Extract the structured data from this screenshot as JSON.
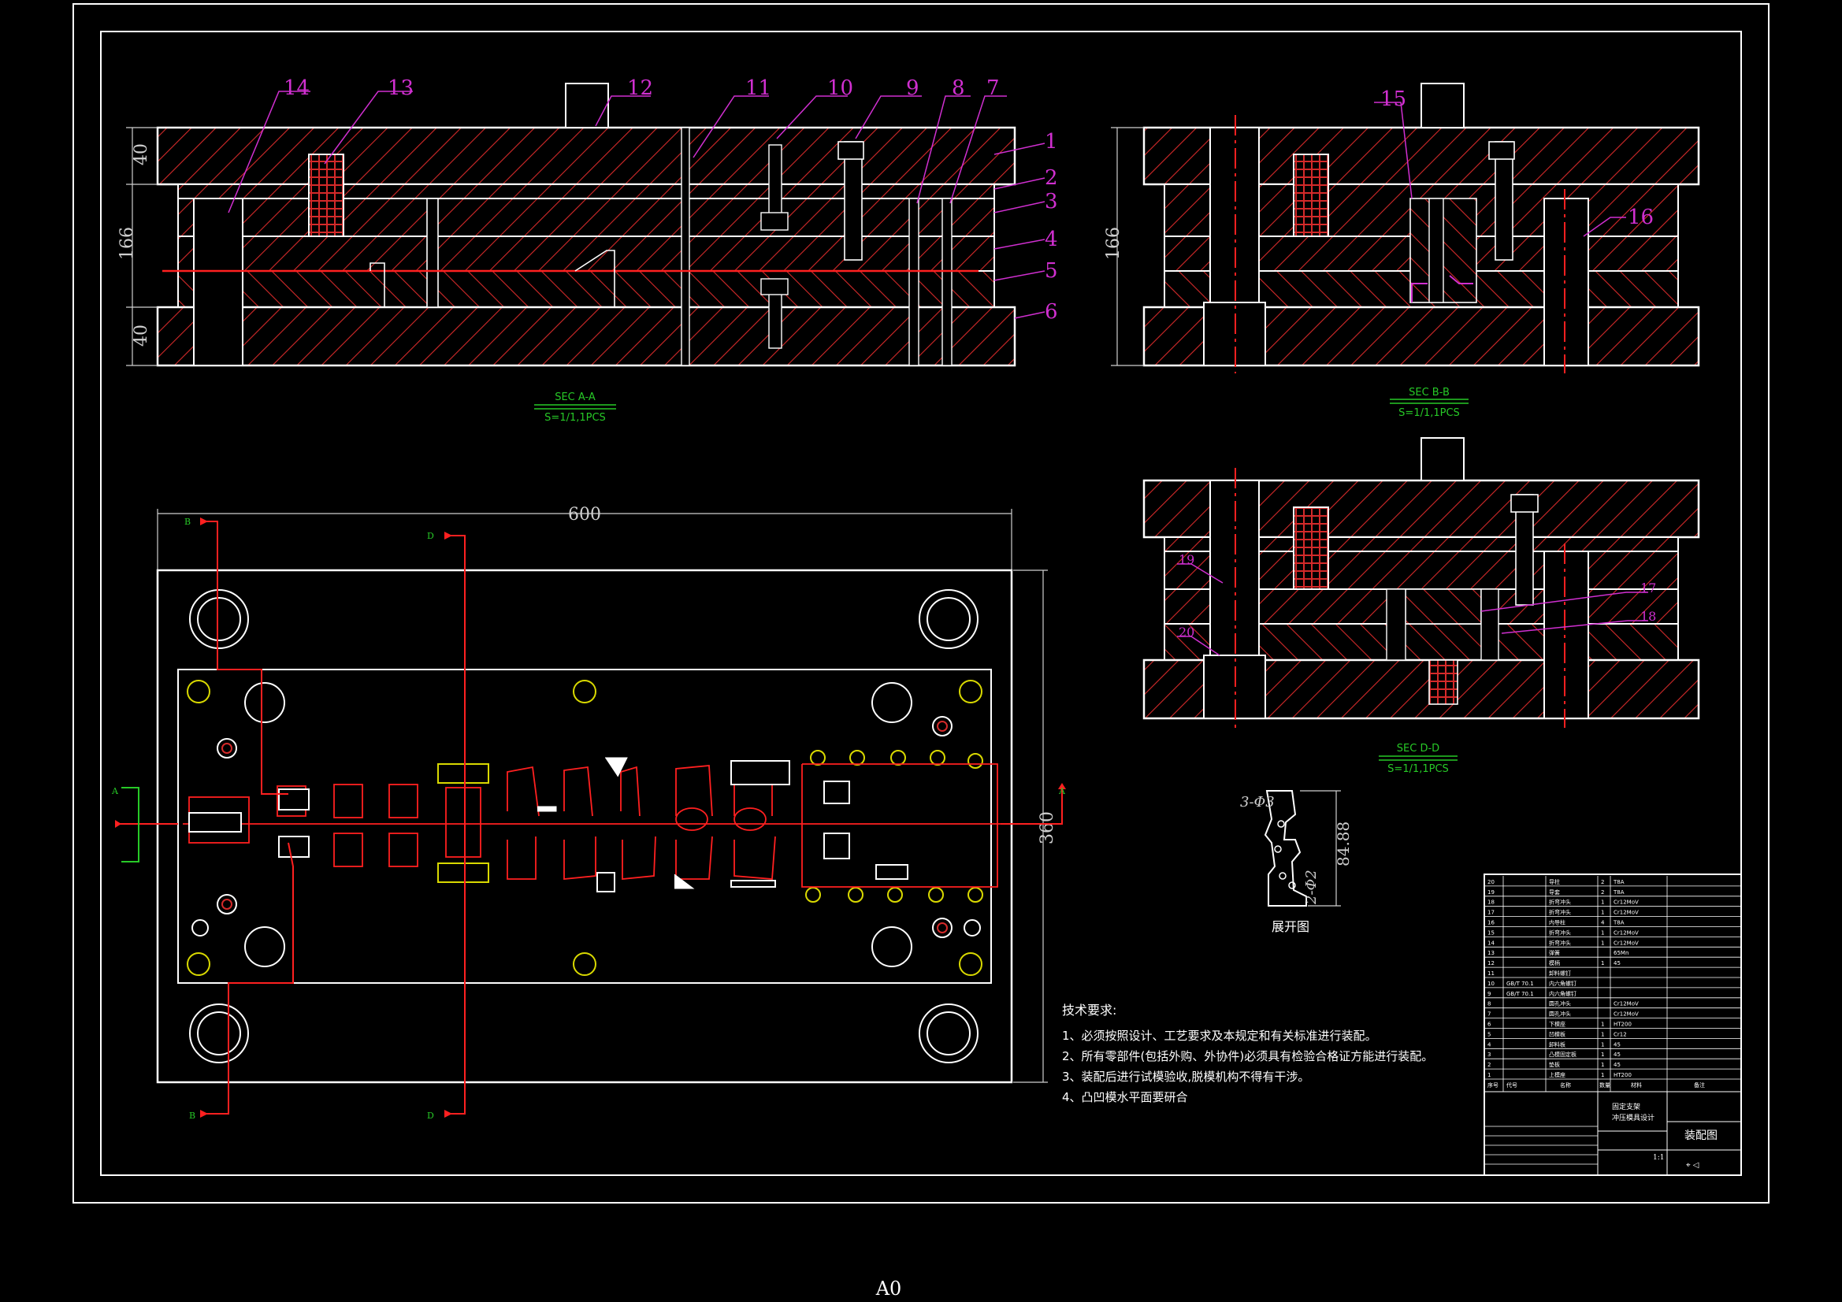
{
  "sheet_size": "A0",
  "colors": {
    "background": "#000000",
    "outline": "#ffffff",
    "hatch": "#d42a2a",
    "leader": "#d02fd0",
    "section_label": "#27c927",
    "dimension": "#cfcfcf",
    "centerline": "#ff2020",
    "hole_marker": "#d9d900"
  },
  "section_aa": {
    "title": "SEC A-A",
    "scale": "S=1/1,1PCS",
    "dims": {
      "top_plate": "40",
      "total": "166",
      "bottom_plate": "40"
    },
    "callouts": [
      "14",
      "13",
      "12",
      "11",
      "10",
      "9",
      "8",
      "7",
      "1",
      "2",
      "3",
      "4",
      "5",
      "6"
    ]
  },
  "section_bb": {
    "title": "SEC B-B",
    "scale": "S=1/1,1PCS",
    "dim": "166",
    "callouts": [
      "15",
      "16"
    ]
  },
  "section_dd": {
    "title": "SEC D-D",
    "scale": "S=1/1,1PCS",
    "callouts": [
      "19",
      "20",
      "17",
      "18"
    ]
  },
  "plan_view": {
    "width_dim": "600",
    "height_dim": "360",
    "section_marks": [
      "B",
      "D",
      "A",
      "A",
      "B",
      "D"
    ]
  },
  "unfold_view": {
    "caption": "展开图",
    "hole_note_a": "3-Φ3",
    "hole_note_b": "2-Φ2",
    "height_dim": "84.88"
  },
  "tech_requirements": {
    "heading": "技术要求:",
    "items": [
      "1、必须按照设计、工艺要求及本规定和有关标准进行装配。",
      "2、所有零部件(包括外购、外协件)必须具有检验合格证方能进行装配。",
      "3、装配后进行试模验收,脱模机构不得有干涉。",
      "4、凸凹模水平面要研合"
    ]
  },
  "title_block": {
    "drawing_name": "装配图",
    "project": [
      "固定支架",
      "冲压模具设计"
    ],
    "scale": "1:1",
    "header": [
      "序号",
      "代号",
      "名称",
      "数量",
      "材料",
      "备注"
    ],
    "rows": [
      [
        "20",
        "",
        "导柱",
        "2",
        "T8A"
      ],
      [
        "19",
        "",
        "导套",
        "2",
        "T8A"
      ],
      [
        "18",
        "",
        "折弯冲头",
        "1",
        "Cr12MoV"
      ],
      [
        "17",
        "",
        "折弯冲头",
        "1",
        "Cr12MoV"
      ],
      [
        "16",
        "",
        "内导柱",
        "4",
        "T8A"
      ],
      [
        "15",
        "",
        "折弯冲头",
        "1",
        "Cr12MoV"
      ],
      [
        "14",
        "",
        "折弯冲头",
        "1",
        "Cr12MoV"
      ],
      [
        "13",
        "",
        "弹簧",
        "",
        "65Mn"
      ],
      [
        "12",
        "",
        "模柄",
        "1",
        "45"
      ],
      [
        "11",
        "",
        "卸料螺钉",
        "",
        "",
        ""
      ],
      [
        "10",
        "GB/T 70.1",
        "内六角螺钉",
        "",
        "",
        ""
      ],
      [
        "9",
        "GB/T 70.1",
        "内六角螺钉",
        "",
        "",
        ""
      ],
      [
        "8",
        "",
        "圆孔冲头",
        "",
        "Cr12MoV"
      ],
      [
        "7",
        "",
        "圆孔冲头",
        "",
        "Cr12MoV"
      ],
      [
        "6",
        "",
        "下模座",
        "1",
        "HT200"
      ],
      [
        "5",
        "",
        "凹模板",
        "1",
        "Cr12"
      ],
      [
        "4",
        "",
        "卸料板",
        "1",
        "45"
      ],
      [
        "3",
        "",
        "凸模固定板",
        "1",
        "45"
      ],
      [
        "2",
        "",
        "垫板",
        "1",
        "45"
      ],
      [
        "1",
        "",
        "上模座",
        "1",
        "HT200"
      ]
    ]
  }
}
